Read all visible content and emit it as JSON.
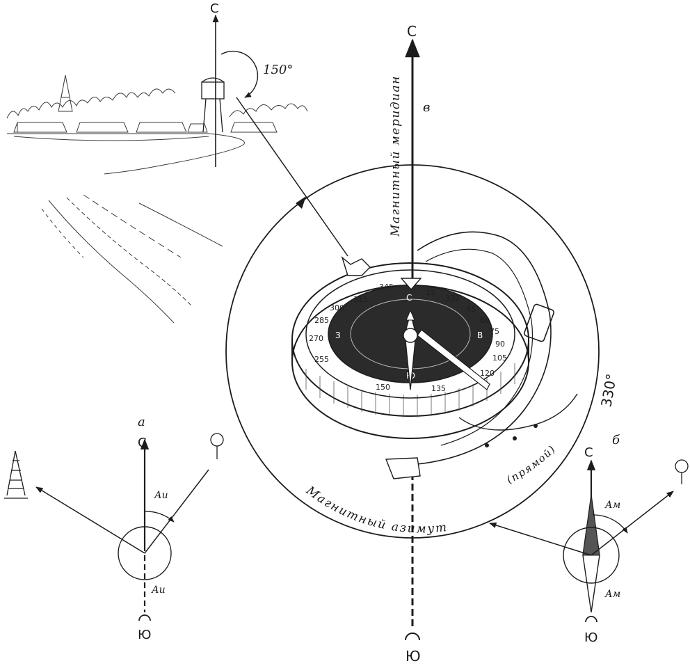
{
  "labels": {
    "top_north_left": "С",
    "top_north_main": "С",
    "angle_150": "150°",
    "angle_330": "330°",
    "meridian_caption": "Магнитный меридиан",
    "azimuth_caption": "Магнитный азимут",
    "direct_caption": "(прямой)",
    "main_south": "Ю",
    "panel_a_letter": "а",
    "panel_b_letter": "б",
    "panel_v_letter": "в",
    "panel_a": {
      "north": "С",
      "south": "Ю",
      "angle_top": "Аи",
      "angle_bottom": "Аи"
    },
    "panel_b": {
      "north": "С",
      "south": "Ю",
      "angle_top": "Ам",
      "angle_bottom": "Ам"
    }
  },
  "dial": {
    "outer_numbers": [
      "345",
      "15",
      "330",
      "315",
      "300",
      "285",
      "270",
      "255",
      "45",
      "60",
      "75",
      "90",
      "105",
      "120",
      "135",
      "150"
    ],
    "cardinals": [
      "С",
      "В",
      "Ю",
      "З"
    ]
  },
  "colors": {
    "ink": "#1c1c1c",
    "paper": "#ffffff",
    "sketch": "#3a3a3a"
  }
}
